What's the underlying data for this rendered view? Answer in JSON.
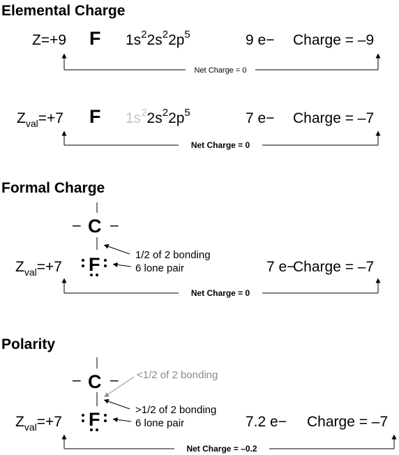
{
  "sections": [
    {
      "heading": "Elemental Charge"
    },
    {
      "heading": "Formal Charge"
    },
    {
      "heading": "Polarity"
    }
  ],
  "rows": {
    "elemental1": {
      "z": "Z=+9",
      "element": "F",
      "config": {
        "a": "1s",
        "a_sup": "2",
        "b": "2s",
        "b_sup": "2",
        "c": "2p",
        "c_sup": "5"
      },
      "electrons": "9 e−",
      "charge": "Charge = –9",
      "net": "Net Charge = 0"
    },
    "elemental2": {
      "z_main": "Z",
      "z_sub": "val",
      "z_val": "=+7",
      "element": "F",
      "config": {
        "a": "1s",
        "a_sup": "2",
        "b": "2s",
        "b_sup": "2",
        "c": "2p",
        "c_sup": "5"
      },
      "electrons": "7 e−",
      "charge": "Charge = –7",
      "net": "Net Charge = 0"
    },
    "formal": {
      "carbon": "C",
      "bond": "–",
      "z_main": "Z",
      "z_sub": "val",
      "z_val": "=+7",
      "element": "F",
      "ann1": "1/2 of 2 bonding",
      "ann2": "6 lone pair",
      "electrons": "7 e−",
      "charge": "Charge = –7",
      "net": "Net Charge = 0"
    },
    "polarity": {
      "carbon": "C",
      "bond": "–",
      "z_main": "Z",
      "z_sub": "val",
      "z_val": "=+7",
      "element": "F",
      "ann_gray": "<1/2 of 2 bonding",
      "ann1": ">1/2 of 2 bonding",
      "ann2": "6 lone pair",
      "electrons": "7.2 e−",
      "charge": "Charge = –7",
      "net": "Net Charge = –0.2"
    }
  },
  "colors": {
    "text": "#000000",
    "gray": "#8a8a8a",
    "faded": "#c4c4c4"
  }
}
